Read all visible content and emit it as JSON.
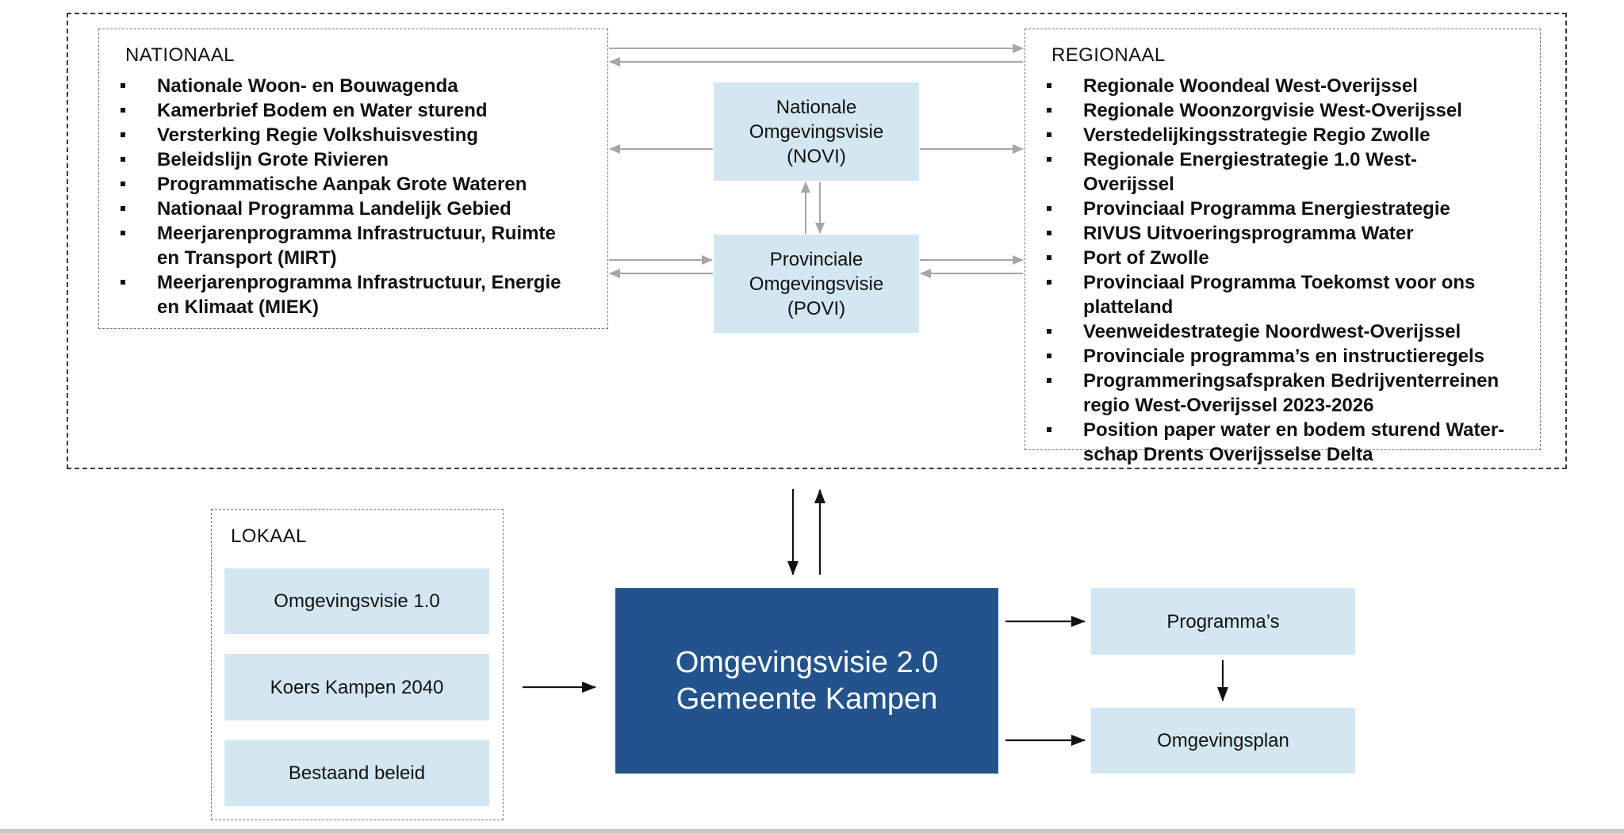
{
  "nationaal": {
    "title": "NATIONAAL",
    "items": [
      "Nationale Woon- en Bouwagenda",
      "Kamerbrief Bodem en Water sturend",
      "Versterking Regie Volkshuisvesting",
      "Beleidslijn Grote Rivieren",
      "Programmatische Aanpak Grote Wateren",
      "Nationaal Programma Landelijk Gebied",
      "Meerjarenprogramma Infrastructuur, Ruimte en Transport (MIRT)",
      "Meerjarenprogramma Infrastructuur, Energie en Klimaat (MIEK)"
    ]
  },
  "regionaal": {
    "title": "REGIONAAL",
    "items": [
      "Regionale Woondeal West-Overijssel",
      "Regionale Woonzorgvisie West-Overijssel",
      "Verstedelijkingsstrategie Regio Zwolle",
      "Regionale Energiestrategie 1.0 West-Overijssel",
      "Provinciaal Programma Energiestrategie",
      "RIVUS Uitvoeringsprogramma Water",
      "Port of Zwolle",
      "Provinciaal Programma Toekomst voor ons platteland",
      "Veenweidestrategie Noordwest-Overijssel",
      "Provinciale programma’s en instructieregels",
      "Programmeringsafspraken Bedrijventerreinen regio West-Overijssel 2023-2026",
      "Position paper water en bodem sturend Water-schap Drents Overijsselse Delta"
    ]
  },
  "novi": {
    "line1": "Nationale",
    "line2": "Omgevingsvisie",
    "line3": "(NOVI)"
  },
  "povi": {
    "line1": "Provinciale",
    "line2": "Omgevingsvisie",
    "line3": "(POVI)"
  },
  "lokaal": {
    "title": "LOKAAL",
    "items": [
      "Omgevingsvisie 1.0",
      "Koers Kampen 2040",
      "Bestaand beleid"
    ]
  },
  "main": {
    "line1": "Omgevingsvisie 2.0",
    "line2": "Gemeente Kampen"
  },
  "outputs": {
    "programmas": "Programma’s",
    "omgevingsplan": "Omgevingsplan"
  },
  "colors": {
    "dark_blue": "#23538c",
    "light_blue": "#d3e7f2",
    "arrow_grey": "#a6a6a6",
    "arrow_black": "#111111"
  }
}
